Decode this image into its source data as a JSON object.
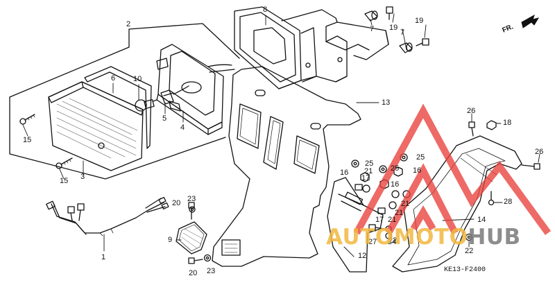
{
  "labels": {
    "n1": "1",
    "n2": "2",
    "n3": "3",
    "n4": "4",
    "n5": "5",
    "n6": "6",
    "n7a": "7",
    "n7b": "7",
    "n8": "8",
    "n9": "9",
    "n10": "10",
    "n12": "12",
    "n13": "13",
    "n14": "14",
    "n15a": "15",
    "n15b": "15",
    "n16a": "16",
    "n16b": "16",
    "n16c": "16",
    "n17a": "17",
    "n17b": "17",
    "n18": "18",
    "n19a": "19",
    "n19b": "19",
    "n20a": "20",
    "n20b": "20",
    "n21a": "21",
    "n21b": "21",
    "n21c": "21",
    "n21d": "21",
    "n22a": "22",
    "n22b": "22",
    "n23a": "23",
    "n23b": "23",
    "n24": "24",
    "n25a": "25",
    "n25b": "25",
    "n25c": "25",
    "n26a": "26",
    "n26b": "26",
    "n27": "27",
    "n28": "28"
  },
  "orientation_label": "FR.",
  "diagram_code": "KE13-F2400",
  "watermark": {
    "part1": "AUTO",
    "part2": "MOTO",
    "part3": "HUB"
  },
  "colors": {
    "line": "#111111",
    "watermark_red": "#e8413c",
    "watermark_orange": "#f2b840",
    "watermark_gray": "#7a7a7a"
  }
}
